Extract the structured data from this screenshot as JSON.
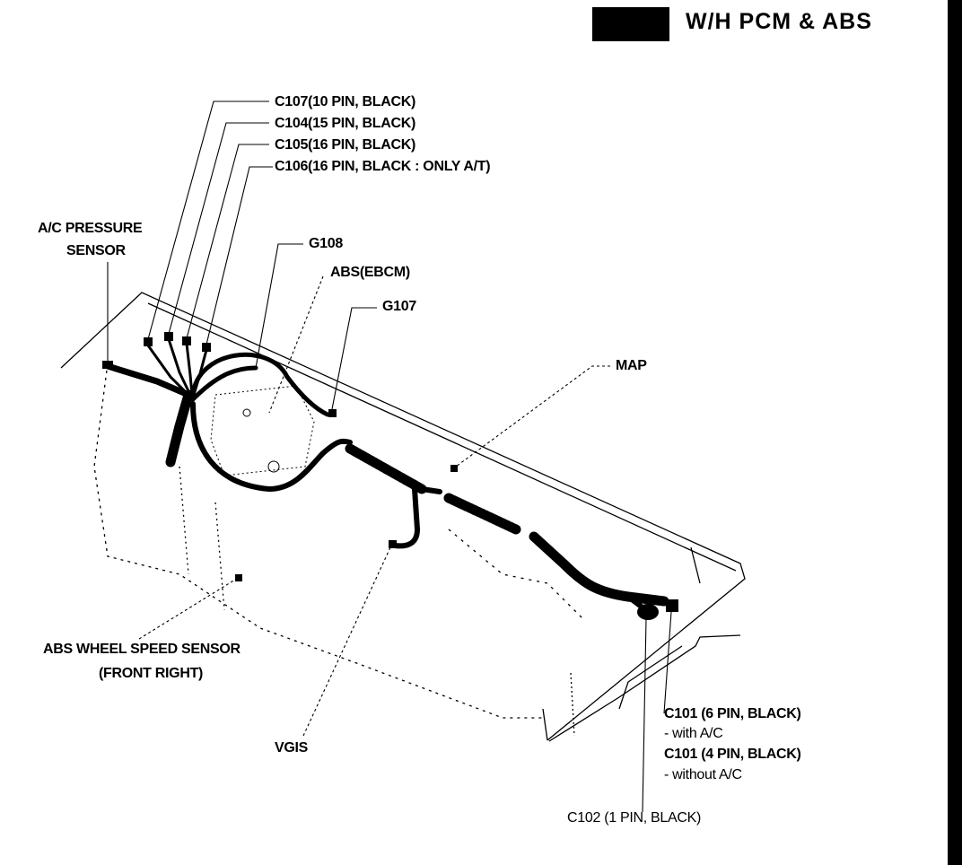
{
  "header": {
    "title": "W/H PCM & ABS"
  },
  "labels": {
    "c107": "C107(10 PIN, BLACK)",
    "c104": "C104(15 PIN, BLACK)",
    "c105": "C105(16 PIN, BLACK)",
    "c106": "C106(16 PIN, BLACK : ONLY A/T)",
    "ac_pressure_line1": "A/C PRESSURE",
    "ac_pressure_line2": "SENSOR",
    "g108": "G108",
    "abs_ebcm": "ABS(EBCM)",
    "g107": "G107",
    "map": "MAP",
    "abs_wheel_line1": "ABS WHEEL SPEED SENSOR",
    "abs_wheel_line2": "(FRONT RIGHT)",
    "vgis": "VGIS",
    "c101_6pin": "C101 (6 PIN, BLACK)",
    "c101_6pin_note": "- with A/C",
    "c101_4pin": "C101 (4 PIN, BLACK)",
    "c101_4pin_note": "- without A/C",
    "c102": "C102 (1 PIN, BLACK)"
  }
}
